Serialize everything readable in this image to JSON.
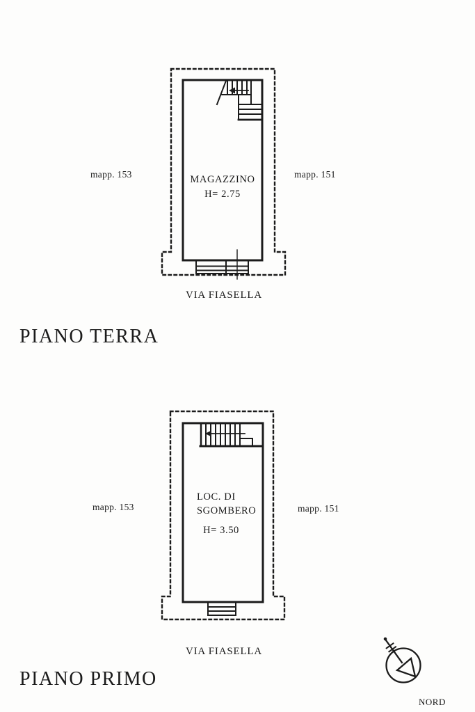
{
  "document": {
    "background": "#fdfdfc",
    "ink": "#1b1b1b"
  },
  "floors": [
    {
      "id": "piano-terra",
      "title": "PIANO TERRA",
      "room_line1": "MAGAZZINO",
      "room_line2": "",
      "height_label": "H= 2.75",
      "parcel_left": "mapp. 153",
      "parcel_right": "mapp. 151",
      "street": "VIA FIASELLA"
    },
    {
      "id": "piano-primo",
      "title": "PIANO PRIMO",
      "room_line1": "LOC. DI",
      "room_line2": "SGOMBERO",
      "height_label": "H= 3.50",
      "parcel_left": "mapp. 153",
      "parcel_right": "mapp. 151",
      "street": "VIA FIASELLA"
    }
  ],
  "compass": {
    "label": "NORD"
  }
}
